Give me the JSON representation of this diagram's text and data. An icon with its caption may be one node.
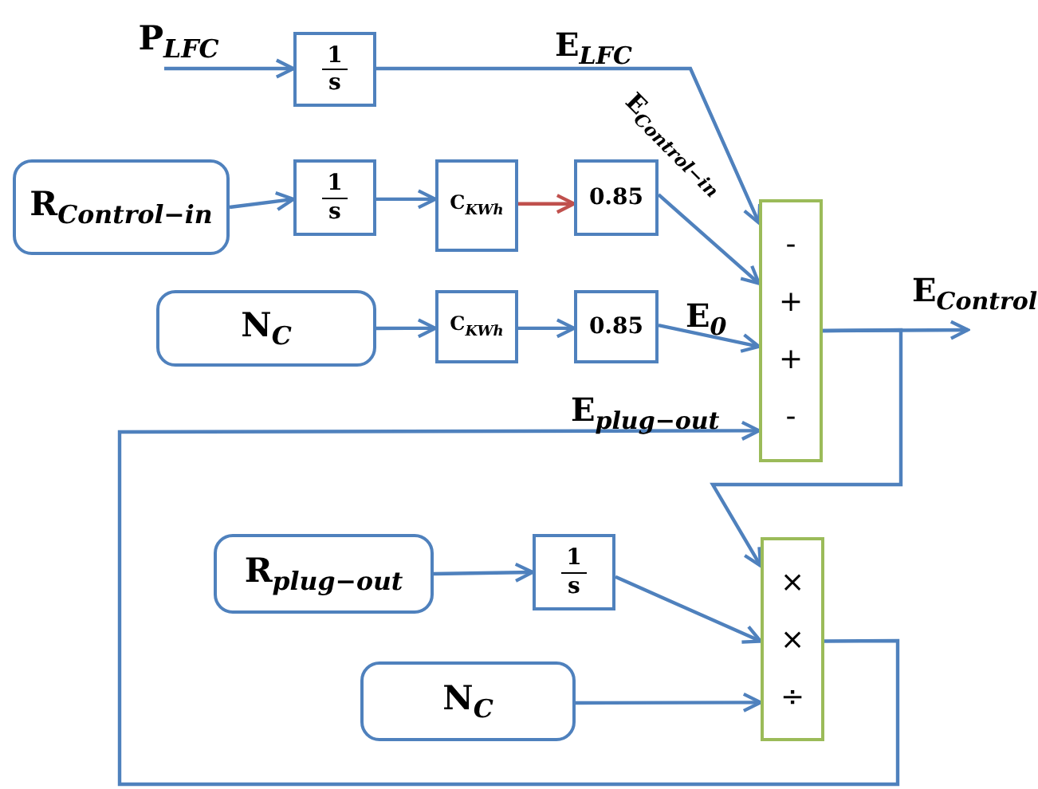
{
  "diagram": {
    "nodes": [
      {
        "text": [
          "P$_{LFC}$"
        ]
      },
      {
        "text": [
          "1",
          "s"
        ]
      },
      {
        "text": [
          "R$_{Control−in}$"
        ]
      },
      {
        "text": [
          "1",
          "s"
        ]
      },
      {
        "text": [
          "C$_{KWh}$"
        ]
      },
      {
        "text": [
          "0.85"
        ]
      },
      {
        "text": [
          "N$_{C}$"
        ]
      },
      {
        "text": [
          "C$_{KWh}$"
        ]
      },
      {
        "text": [
          "0.85"
        ]
      },
      {
        "text": [
          "-",
          "+",
          "+",
          "-"
        ]
      },
      {
        "text": [
          "R$_{plug−out}$"
        ]
      },
      {
        "text": [
          "1",
          "s"
        ]
      },
      {
        "text": [
          "N$_{C}$"
        ]
      },
      {
        "text": [
          "×",
          "×",
          "÷"
        ]
      }
    ],
    "edges": [
      {
        "from": 0,
        "to": 1,
        "arrow": "to"
      },
      {
        "from": 1,
        "to": 9,
        "arrow": "to",
        "label": "E$_{LFC}$"
      },
      {
        "from": 2,
        "to": 3,
        "arrow": "to"
      },
      {
        "from": 3,
        "to": 4,
        "arrow": "to"
      },
      {
        "from": 4,
        "to": 5,
        "arrow": "to",
        "color": "#c0504d"
      },
      {
        "from": 5,
        "to": 9,
        "arrow": "to",
        "label": "E$_{Control−in}$"
      },
      {
        "from": 6,
        "to": 7,
        "arrow": "to"
      },
      {
        "from": 7,
        "to": 8,
        "arrow": "to"
      },
      {
        "from": 8,
        "to": 9,
        "arrow": "to",
        "label": "E$_{0}$"
      },
      {
        "from": 9,
        "to": null,
        "arrow": "to",
        "label": "E$_{Control}$"
      },
      {
        "from": 9,
        "to": 13,
        "arrow": "to"
      },
      {
        "from": 10,
        "to": 11,
        "arrow": "to"
      },
      {
        "from": 11,
        "to": 13,
        "arrow": "to"
      },
      {
        "from": 12,
        "to": 13,
        "arrow": "to"
      },
      {
        "from": 13,
        "to": 9,
        "arrow": "to",
        "label": "E$_{plug−out}$"
      }
    ]
  }
}
